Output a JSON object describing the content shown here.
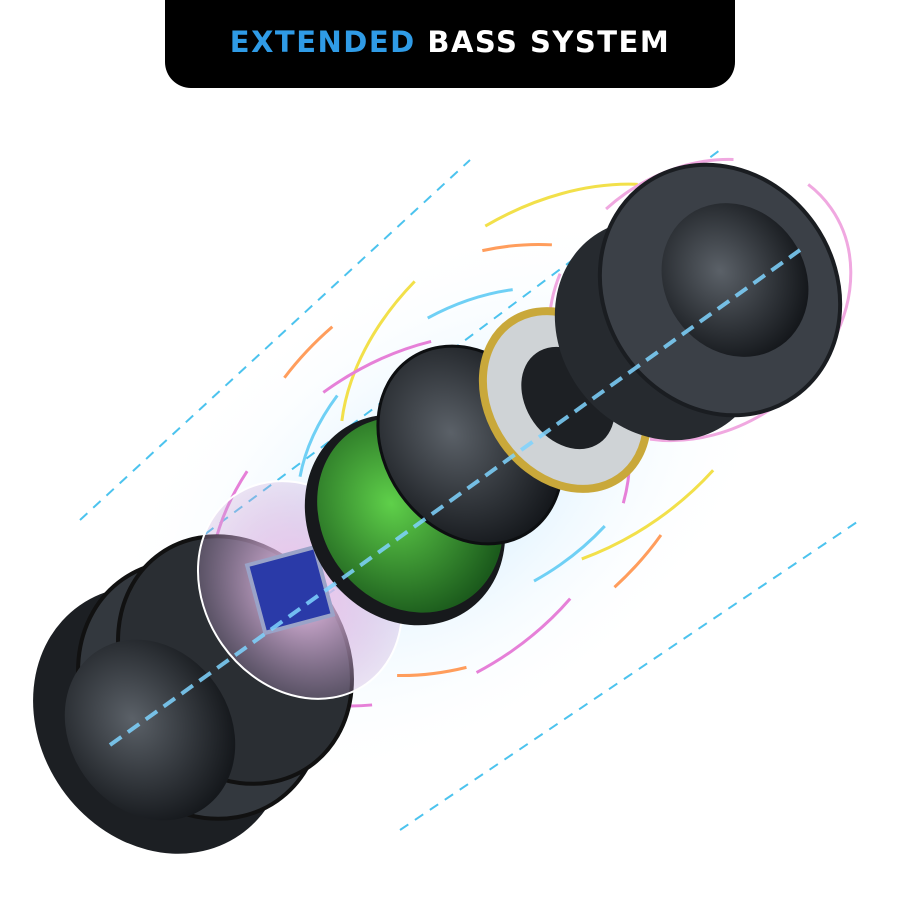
{
  "banner": {
    "title_highlight": "EXTENDED",
    "title_rest": "BASS SYSTEM",
    "highlight_color": "#2f9be6",
    "background_color": "#000000"
  },
  "illustration": {
    "icon": "exploded-speaker-illustration"
  }
}
